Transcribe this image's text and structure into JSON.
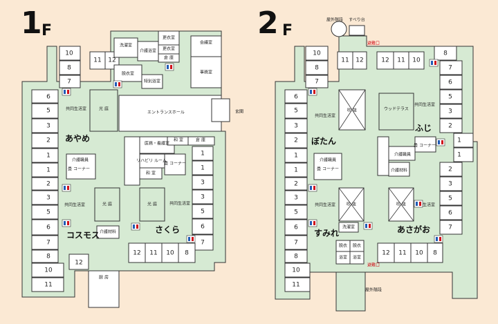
{
  "floors": [
    {
      "number": "1",
      "suffix": "F"
    },
    {
      "number": "2",
      "suffix": "F"
    }
  ],
  "units": {
    "ayame": "あやめ",
    "kosumosu": "コスモス",
    "sakura": "さくら",
    "botan": "ぼたん",
    "fuji": "ふじ",
    "sumire": "すみれ",
    "asagao": "あさがお"
  },
  "rooms_1f": {
    "west": [
      "6",
      "5",
      "3",
      "2",
      "1",
      "1",
      "2",
      "3",
      "5",
      "6",
      "7",
      "8",
      "10",
      "11"
    ],
    "north": [
      "10",
      "8",
      "7",
      "11",
      "12"
    ],
    "south_west": "12",
    "east": [
      "1",
      "1",
      "3",
      "3",
      "5",
      "6",
      "7"
    ],
    "south_east": [
      "12",
      "11",
      "10",
      "8"
    ]
  },
  "rooms_2f": {
    "west": [
      "6",
      "5",
      "3",
      "2",
      "1",
      "1",
      "2",
      "3",
      "5",
      "6",
      "7",
      "8",
      "10",
      "11"
    ],
    "north": [
      "10",
      "8",
      "7",
      "11",
      "12"
    ],
    "north_east": [
      "12",
      "11",
      "10",
      "8"
    ],
    "east": [
      "7",
      "6",
      "5",
      "3",
      "2",
      "1",
      "1",
      "2",
      "3",
      "5",
      "6",
      "7"
    ],
    "south_east": [
      "12",
      "11",
      "10",
      "8"
    ]
  },
  "labels_1f": {
    "laundry": "洗濯室",
    "care": "介護浴室",
    "changing_a": "更衣室",
    "changing_b": "更衣室",
    "storage": "倉 庫",
    "meeting": "会議室",
    "office": "事務室",
    "dressing": "脱衣室",
    "special_bath": "特別浴室",
    "entrance_hall": "エントランスホール",
    "entrance": "玄関",
    "shared_living_w": "共同生活室",
    "shared_living_sw": "共同生活室",
    "shared_living_se": "共同生活室",
    "courtyard_a": "光 庭",
    "courtyard_b": "光 庭",
    "courtyard_c": "光 庭",
    "doctor": "医務・看護室",
    "japanese_a": "和 室",
    "storage_b": "倉 庫",
    "rehab": "リハビリ ルーム",
    "japanese_b": "和 室",
    "corner_e": "畳 コーナー",
    "corner_w": "畳 コーナー",
    "care_staff": "介護職員",
    "care_material": "介護材料",
    "kitchen": "厨 房"
  },
  "labels_2f": {
    "exterior_stair": "屋外階段",
    "slide": "すべり台",
    "exit_n": "避難口",
    "exit_s": "避難口",
    "exterior_stair_s": "屋外階段",
    "void_a": "吹 抜",
    "void_b": "吹 抜",
    "void_c": "吹 抜",
    "wood_terrace": "ウッドテラス",
    "shared_living_w": "共同生活室",
    "shared_living_ne": "共同生活室",
    "shared_living_sw": "共同生活室",
    "shared_living_se": "共同生活室",
    "corner_w": "畳 コーナー",
    "corner_e": "畳 コーナー",
    "care_staff_w": "介護職員",
    "care_staff_e": "介護職員",
    "care_material": "介護材料",
    "laundry": "洗濯室",
    "dressing_a": "脱衣",
    "dressing_b": "脱衣",
    "bath_a": "浴室",
    "bath_b": "浴室"
  },
  "colors": {
    "background": "#fbe9d4",
    "corridor": "#d6ead3",
    "room": "#ffffff",
    "exit_text": "#d0121b"
  }
}
